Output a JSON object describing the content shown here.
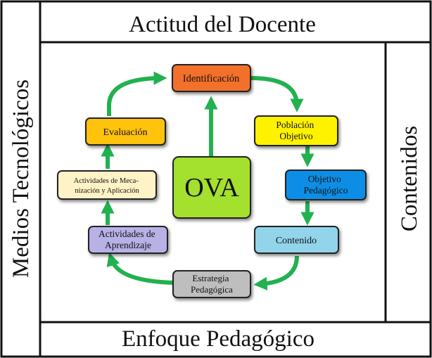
{
  "frame": {
    "top": "Actitud del Docente",
    "bottom": "Enfoque Pedagógico",
    "left": "Medios Tecnológicos",
    "right": "Contenidos"
  },
  "center": "OVA",
  "nodes": {
    "identificacion": [
      "Identificación"
    ],
    "poblacion": [
      "Población",
      "Objetivo"
    ],
    "objetivo": [
      "Objetivo",
      "Pedagógico"
    ],
    "contenido": [
      "Contenido"
    ],
    "estrategia": [
      "Estrategia",
      "Pedagógica"
    ],
    "actividades_aprendizaje": [
      "Actividades de",
      "Aprendizaje"
    ],
    "actividades_mecanizacion": [
      "Actividades de Meca-",
      "nización y Aplicación"
    ],
    "evaluacion": [
      "Evaluación"
    ]
  },
  "colors": {
    "identificacion": "#f36f2a",
    "poblacion": "#fff200",
    "objetivo": "#0a8ee6",
    "contenido": "#92d4ea",
    "estrategia": "#bebebe",
    "actividades_aprendizaje": "#b7b1e6",
    "actividades_mecanizacion": "#fff2c6",
    "evaluacion": "#ffc20e",
    "center": "#a4e02d",
    "arrow": "#21b14f"
  }
}
